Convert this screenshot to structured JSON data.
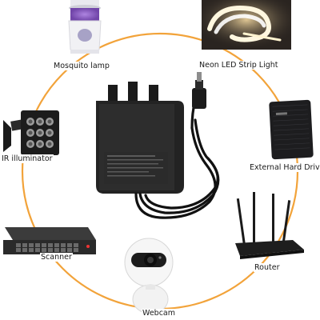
{
  "accent_ring_color": "#F2A33A",
  "devices": {
    "mosquito_lamp": {
      "label": "Mosquito lamp"
    },
    "neon_led": {
      "label": "Neon LED Strip Light"
    },
    "ir_illuminator": {
      "label": "IR illuminator"
    },
    "external_hdd": {
      "label": "External Hard Driv"
    },
    "scanner": {
      "label": "Scanner"
    },
    "router": {
      "label": "Router"
    },
    "webcam": {
      "label": "Webcam"
    }
  },
  "center": {
    "item": "power-adapter-uk-plug"
  }
}
